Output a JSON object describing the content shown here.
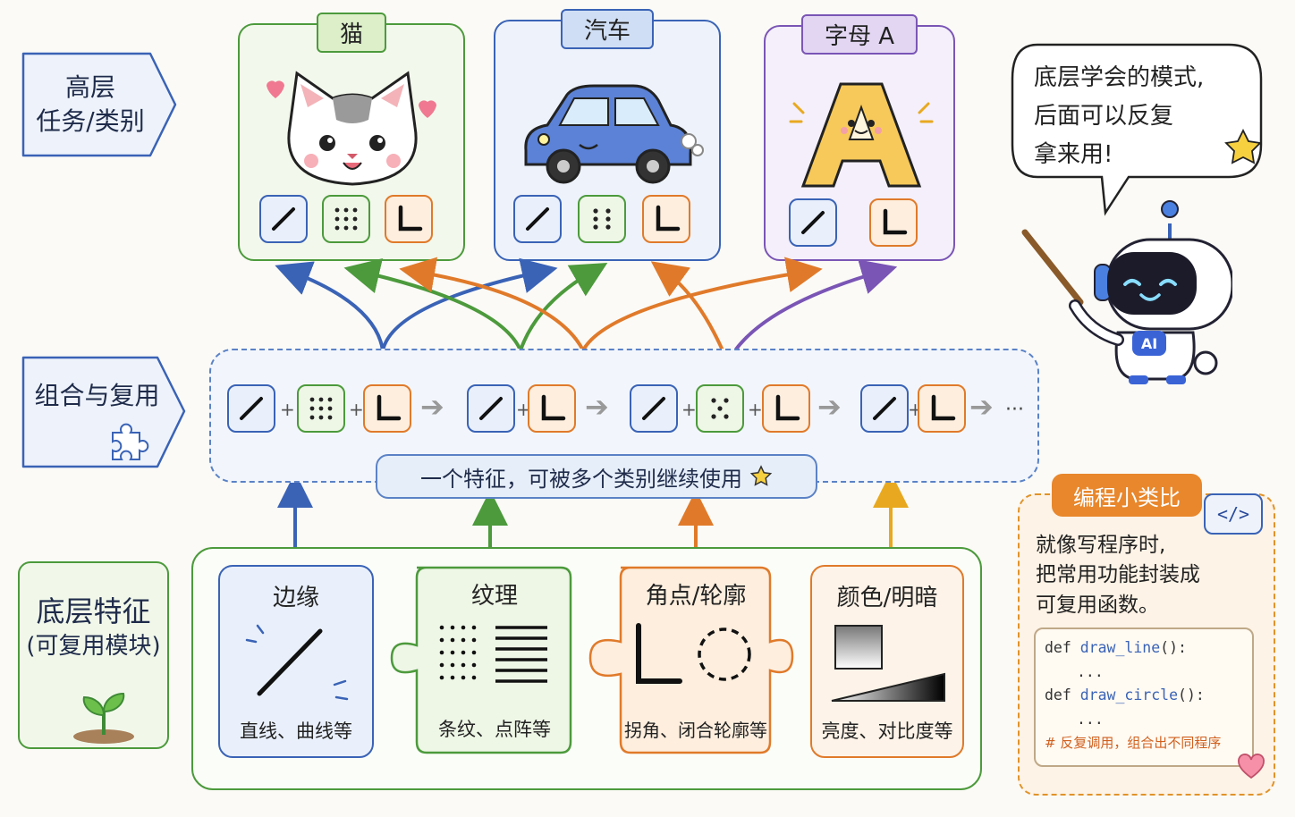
{
  "left_labels": {
    "top": [
      "高层",
      "任务/类别"
    ],
    "middle": "组合与复用",
    "bottom": [
      "底层特征",
      "(可复用模块)"
    ]
  },
  "categories": [
    {
      "title": "猫",
      "color": "#4c9a3c"
    },
    {
      "title": "汽车",
      "color": "#3a63b6"
    },
    {
      "title": "字母 A",
      "color": "#7a55b5"
    }
  ],
  "speech": [
    "底层学会的模式,",
    "后面可以反复",
    "拿来用!"
  ],
  "robot_badge": "AI",
  "reuse_caption": "一个特征，可被多个类别继续使用",
  "ellipsis": "···",
  "modules": [
    {
      "title": "边缘",
      "caption": "直线、曲线等"
    },
    {
      "title": "纹理",
      "caption": "条纹、点阵等"
    },
    {
      "title": "角点/轮廓",
      "caption": "拐角、闭合轮廓等"
    },
    {
      "title": "颜色/明暗",
      "caption": "亮度、对比度等"
    }
  ],
  "analogy": {
    "title": "编程小类比",
    "code_icon": "</>",
    "text": [
      "就像写程序时,",
      "把常用功能封装成",
      "可复用函数。"
    ],
    "code": {
      "line1_kw": "def",
      "line1_fn": "draw_line",
      "line1_end": "():",
      "dots1": "...",
      "line2_kw": "def",
      "line2_fn": "draw_circle",
      "line2_end": "():",
      "dots2": "...",
      "comment": "# 反复调用，组合出不同程序"
    }
  },
  "colors": {
    "blue": "#3a63b6",
    "green": "#4c9a3c",
    "orange": "#e07a2a",
    "purple": "#7a55b5",
    "yellow": "#e8a920"
  }
}
